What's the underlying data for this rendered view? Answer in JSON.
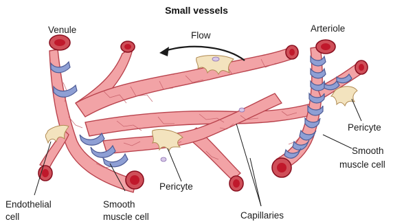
{
  "title": "Small vessels",
  "labels": {
    "venule": "Venule",
    "arteriole": "Arteriole",
    "flow": "Flow",
    "pericyte_right": "Pericyte",
    "pericyte_bottom": "Pericyte",
    "smooth_muscle_right": [
      "Smooth",
      "muscle cell"
    ],
    "smooth_muscle_left": [
      "Smooth",
      "muscle cell"
    ],
    "endothelial_cell": [
      "Endothelial",
      "cell"
    ],
    "capillaries": "Capillaries"
  },
  "colors": {
    "vessel": "#f2a3a6",
    "vessel_dark": "#cf4f59",
    "lumen": "#c0182b",
    "muscle": "#8e9fd4",
    "muscle_dark": "#4d5b95",
    "pericyte": "#f3e3be",
    "cell_lines": "#c25a64"
  },
  "icons": {
    "flow_arrow": "curved-arrow-left-icon"
  }
}
